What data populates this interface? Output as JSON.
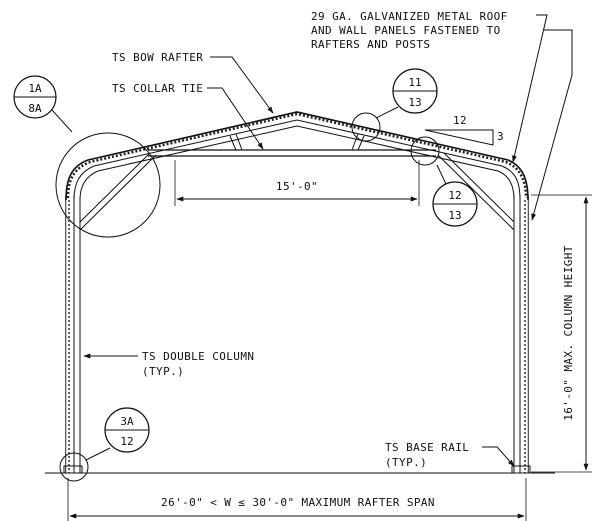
{
  "notes": {
    "roof_line1": "29 GA. GALVANIZED METAL ROOF",
    "roof_line2": "AND WALL PANELS FASTENED TO",
    "roof_line3": "RAFTERS AND POSTS",
    "bow_rafter": "TS BOW RAFTER",
    "collar_tie": "TS COLLAR TIE",
    "double_column_line1": "TS DOUBLE COLUMN",
    "double_column_line2": "(TYP.)",
    "base_rail_line1": "TS BASE RAIL",
    "base_rail_line2": "(TYP.)"
  },
  "dimensions": {
    "collar_tie_length": "15'-0\"",
    "column_height": "16'-0\" MAX. COLUMN HEIGHT",
    "rafter_span": "26'-0\" < W ≤ 30'-0\" MAXIMUM RAFTER SPAN"
  },
  "slope": {
    "rise": "3",
    "run": "12"
  },
  "detail_callouts": [
    {
      "detail": "1A",
      "sheet": "8A"
    },
    {
      "detail": "11",
      "sheet": "13"
    },
    {
      "detail": "12",
      "sheet": "13"
    },
    {
      "detail": "3A",
      "sheet": "12"
    }
  ]
}
